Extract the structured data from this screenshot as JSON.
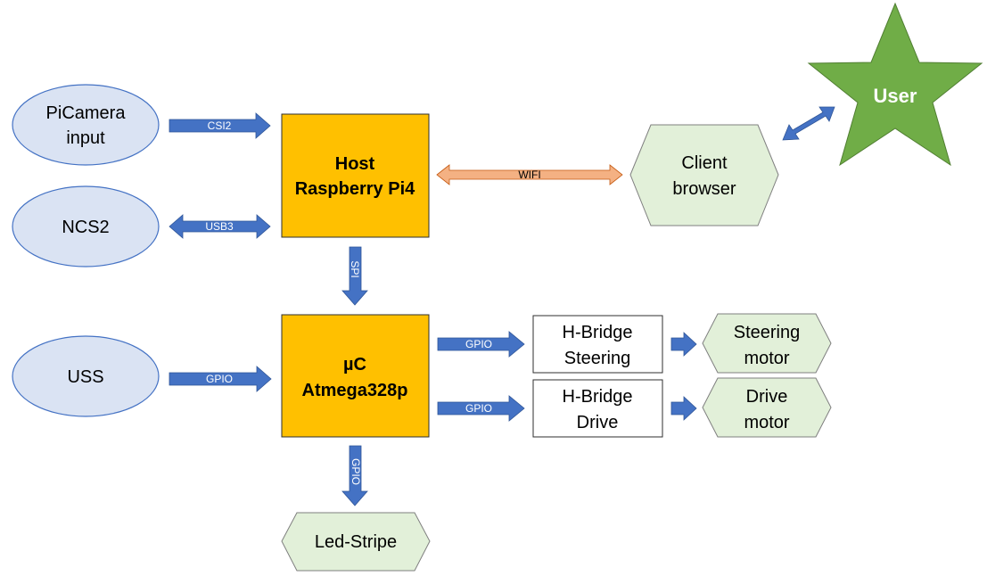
{
  "nodes": {
    "picamera": {
      "line1": "PiCamera",
      "line2": "input"
    },
    "ncs2": {
      "label": "NCS2"
    },
    "uss": {
      "label": "USS"
    },
    "host": {
      "line1": "Host",
      "line2": "Raspberry Pi4"
    },
    "uc": {
      "line1": "µC",
      "line2": "Atmega328p"
    },
    "client": {
      "line1": "Client",
      "line2": "browser"
    },
    "user": {
      "label": "User"
    },
    "hbridge_steering": {
      "line1": "H-Bridge",
      "line2": "Steering"
    },
    "hbridge_drive": {
      "line1": "H-Bridge",
      "line2": "Drive"
    },
    "steering_motor": {
      "line1": "Steering",
      "line2": "motor"
    },
    "drive_motor": {
      "line1": "Drive",
      "line2": "motor"
    },
    "led_stripe": {
      "label": "Led-Stripe"
    }
  },
  "edges": {
    "csi2": "CSI2",
    "usb3": "USB3",
    "gpio_uss": "GPIO",
    "wifi": "WIFI",
    "spi": "SPI",
    "gpio_steering": "GPIO",
    "gpio_drive": "GPIO",
    "gpio_led": "GPIO"
  },
  "colors": {
    "ellipse_fill": "#dae3f3",
    "ellipse_stroke": "#4472c4",
    "box_fill": "#ffc000",
    "hex_fill": "#e2f0d9",
    "hex_stroke": "#7f7f7f",
    "arrow_blue": "#4472c4",
    "arrow_wifi": "#f4b183",
    "star_fill": "#70ad47"
  }
}
